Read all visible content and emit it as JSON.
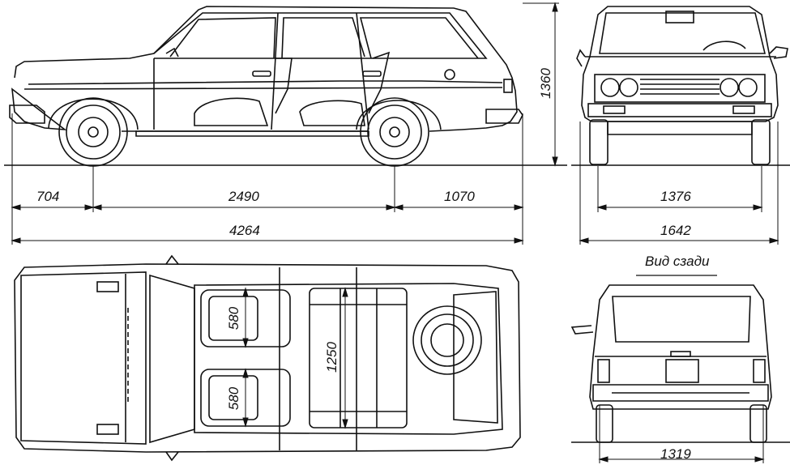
{
  "dimensions": {
    "front_overhang": "704",
    "wheelbase": "2490",
    "rear_overhang": "1070",
    "overall_length": "4264",
    "height": "1360",
    "front_track": "1376",
    "overall_width": "1642",
    "rear_track": "1319",
    "seat_width_front": "580",
    "seat_width_rear": "580",
    "rear_seat_width": "1250"
  },
  "labels": {
    "rear_view": "Вид сзади"
  },
  "icons": {
    "side_view": "car-side-view-drawing",
    "front_view": "car-front-view-drawing",
    "top_view": "car-top-view-drawing",
    "rear_view": "car-rear-view-drawing"
  }
}
